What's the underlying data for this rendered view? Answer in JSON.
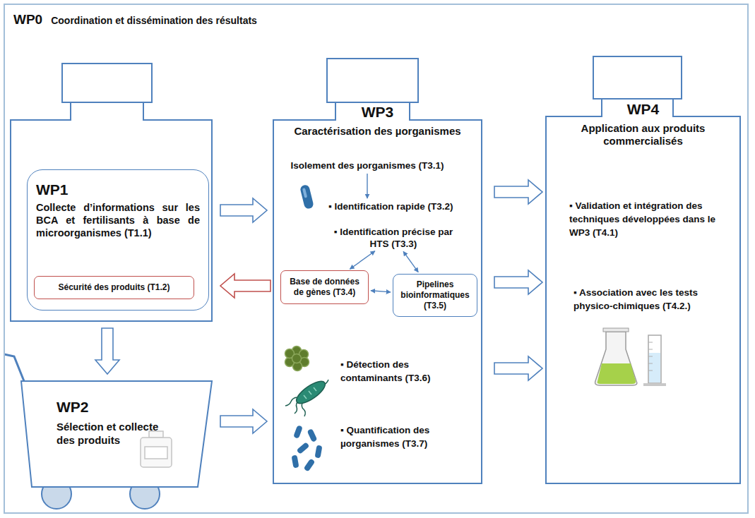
{
  "diagram": {
    "nodes": [
      {
        "text": [
          "WP0",
          "Coordination et dissémination des résultats"
        ]
      },
      {
        "text": [
          "WP1",
          "Collecte d’informations sur les BCA et fertilisants à base de microorganismes (T1.1)"
        ],
        "in": 0
      },
      {
        "text": [
          "Sécurité des produits (T1.2)"
        ],
        "in": 1
      },
      {
        "text": [
          "WP2",
          "Sélection et collecte des produits"
        ],
        "in": 0
      },
      {
        "text": [
          "WP3",
          "Caractérisation des µorganismes"
        ],
        "in": 0
      },
      {
        "text": [
          "Isolement des µorganismes (T3.1)"
        ],
        "in": 4
      },
      {
        "text": [
          "▪ Identification rapide (T3.2)"
        ],
        "in": 4
      },
      {
        "text": [
          "▪ Identification précise par HTS (T3.3)"
        ],
        "in": 4
      },
      {
        "text": [
          "Base de données de gènes (T3.4)"
        ],
        "in": 4
      },
      {
        "text": [
          "Pipelines bioinformatiques (T3.5)"
        ],
        "in": 4
      },
      {
        "text": [
          "WP4",
          "Application aux produits commercialisés"
        ],
        "in": 0
      }
    ],
    "edges": [
      {
        "from": 1,
        "to": 3,
        "arrow": "to"
      },
      {
        "from": 1,
        "to": 4,
        "arrow": "to"
      },
      {
        "from": 3,
        "to": 4,
        "arrow": "to"
      },
      {
        "from": 5,
        "to": 6,
        "arrow": "to"
      },
      {
        "from": 7,
        "to": 8,
        "arrow": "both"
      },
      {
        "from": 7,
        "to": 9,
        "arrow": "both"
      },
      {
        "from": 8,
        "to": 9,
        "arrow": "both"
      },
      {
        "from": 8,
        "to": 2,
        "arrow": "to"
      },
      {
        "from": 4,
        "to": 10,
        "arrow": "to"
      },
      {
        "from": 4,
        "to": 10,
        "arrow": "to"
      },
      {
        "from": 4,
        "to": 10,
        "arrow": "to"
      }
    ],
    "labels": [
      "▪ Détection des contaminants (T3.6)",
      "▪ Quantification des µorganismes (T3.7)",
      "▪ Validation et intégration des techniques développées dans le WP3 (T4.1)",
      "▪ Association avec les tests physico-chimiques (T4.2.)"
    ]
  }
}
